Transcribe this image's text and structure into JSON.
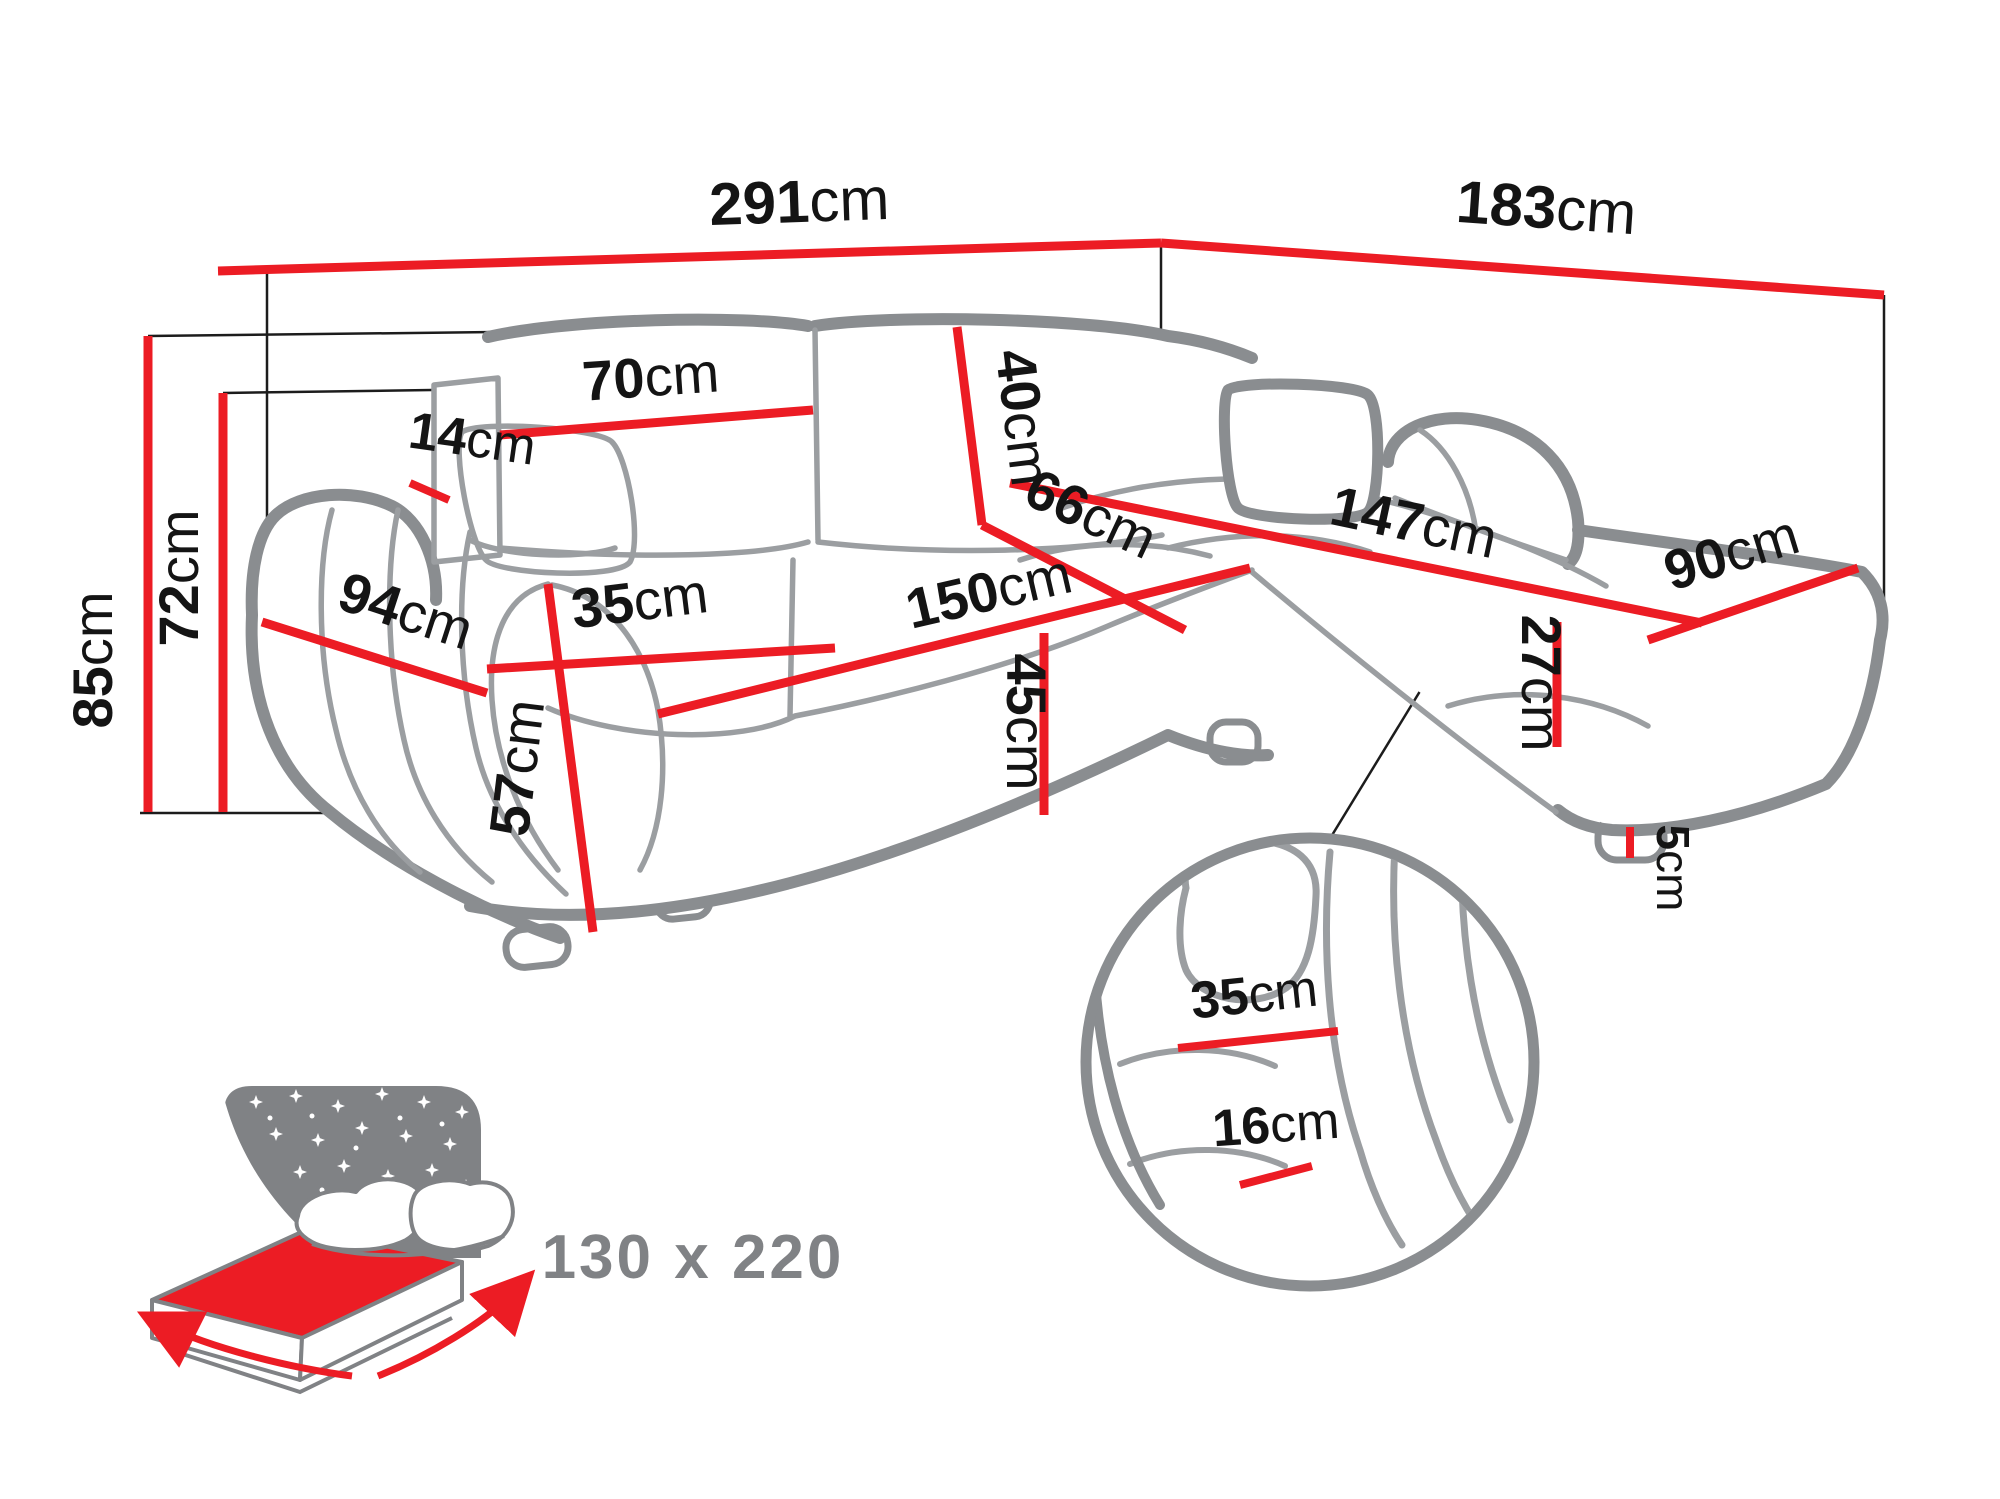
{
  "diagram_type": "corner-sofa-dimension-diagram",
  "colors": {
    "accent_red": "#ec1c24",
    "outline_gray": "#8a8d90",
    "inner_line_gray": "#9b9ea1",
    "icon_gray": "#808285",
    "label_black": "#141414",
    "background": "#ffffff"
  },
  "dimensions": {
    "total_width": {
      "value": "291",
      "unit": "cm"
    },
    "total_depth": {
      "value": "183",
      "unit": "cm"
    },
    "total_height": {
      "value": "85",
      "unit": "cm"
    },
    "backrest_height": {
      "value": "72",
      "unit": "cm"
    },
    "back_cushion_width": {
      "value": "70",
      "unit": "cm"
    },
    "back_side_panel": {
      "value": "14",
      "unit": "cm"
    },
    "back_cushion_drop": {
      "value": "40",
      "unit": "cm"
    },
    "corner_seat_depth": {
      "value": "66",
      "unit": "cm"
    },
    "arm_outer_depth": {
      "value": "94",
      "unit": "cm"
    },
    "arm_top_width": {
      "value": "35",
      "unit": "cm"
    },
    "arm_front_height": {
      "value": "57",
      "unit": "cm"
    },
    "seat_width": {
      "value": "150",
      "unit": "cm"
    },
    "seat_height": {
      "value": "45",
      "unit": "cm"
    },
    "chaise_length": {
      "value": "147",
      "unit": "cm"
    },
    "chaise_width": {
      "value": "90",
      "unit": "cm"
    },
    "chaise_side_height": {
      "value": "27",
      "unit": "cm"
    },
    "leg_height": {
      "value": "5",
      "unit": "cm"
    }
  },
  "detail_circle": {
    "armrest_top_width": {
      "value": "35",
      "unit": "cm"
    },
    "armrest_front_width": {
      "value": "16",
      "unit": "cm"
    }
  },
  "sleeping_area": {
    "label": "130 x 220"
  }
}
